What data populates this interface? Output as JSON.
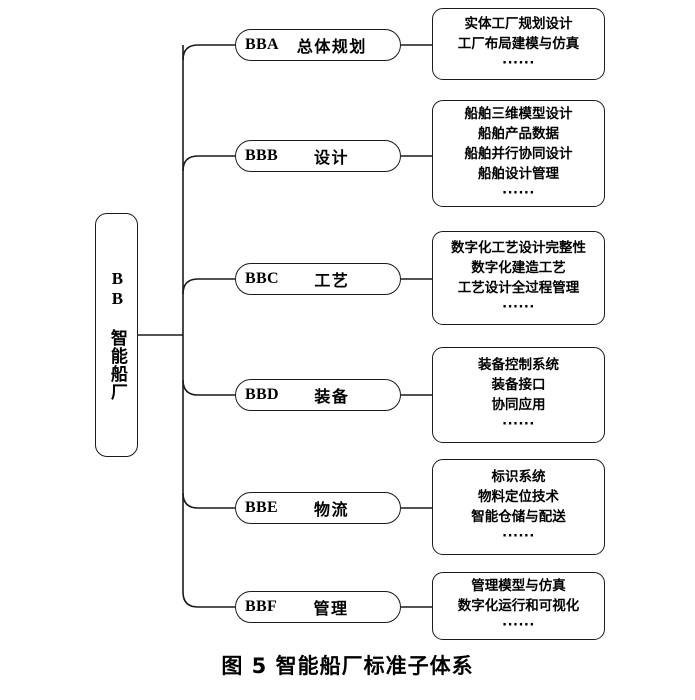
{
  "figure": {
    "caption": "图 5  智能船厂标准子体系",
    "root": {
      "label": "BB 智能船厂",
      "code": "BB",
      "name": "智能船厂"
    },
    "ellipsis": "······",
    "branches": [
      {
        "code": "BBA",
        "name": "总体规划",
        "details": [
          "实体工厂规划设计",
          "工厂布局建模与仿真"
        ]
      },
      {
        "code": "BBB",
        "name": "设计",
        "details": [
          "船舶三维模型设计",
          "船舶产品数据",
          "船舶并行协同设计",
          "船舶设计管理"
        ]
      },
      {
        "code": "BBC",
        "name": "工艺",
        "details": [
          "数字化工艺设计完整性",
          "数字化建造工艺",
          "工艺设计全过程管理"
        ]
      },
      {
        "code": "BBD",
        "name": "装备",
        "details": [
          "装备控制系统",
          "装备接口",
          "协同应用"
        ]
      },
      {
        "code": "BBE",
        "name": "物流",
        "details": [
          "标识系统",
          "物料定位技术",
          "智能仓储与配送"
        ]
      },
      {
        "code": "BBF",
        "name": "管理",
        "details": [
          "管理模型与仿真",
          "数字化运行和可视化"
        ]
      }
    ]
  },
  "layout": {
    "stroke_color": "#1a1a1a",
    "background": "#ffffff",
    "pill_tops": [
      29,
      140,
      263,
      379,
      492,
      591
    ],
    "detail_tops": [
      8,
      100,
      231,
      347,
      459,
      572
    ],
    "detail_heights": [
      72,
      107,
      94,
      96,
      96,
      68
    ]
  }
}
